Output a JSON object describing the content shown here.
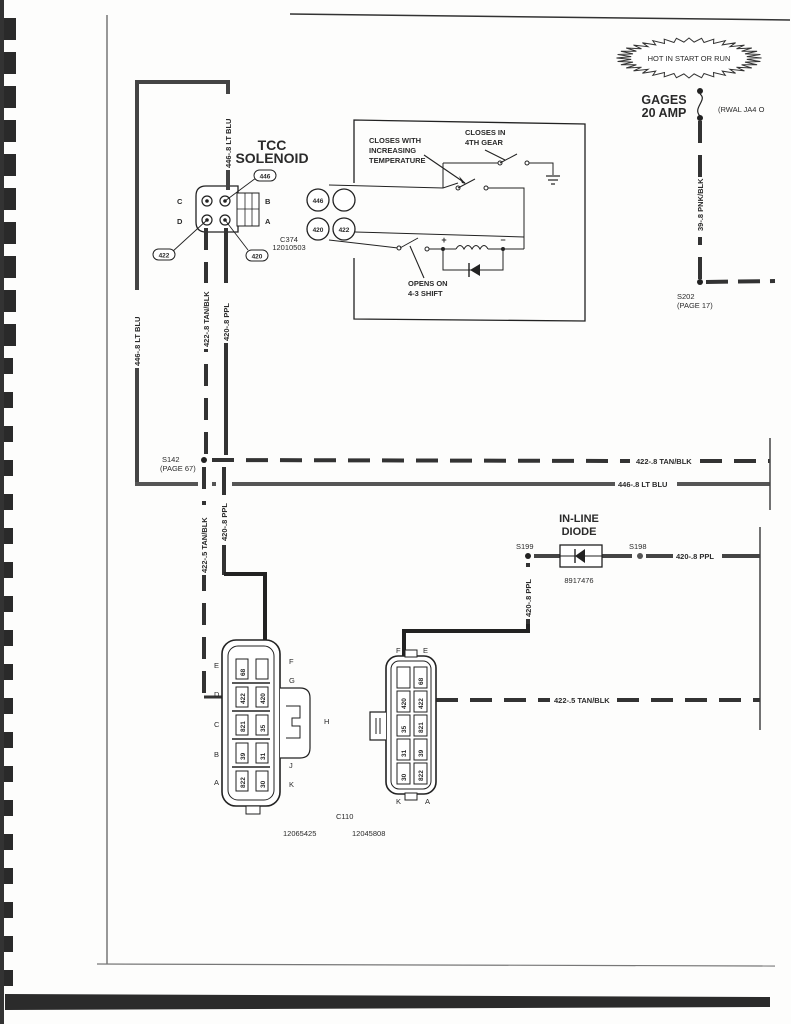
{
  "title_block": {
    "hot_label": "HOT IN START OR RUN",
    "fuse_name": "GAGES",
    "fuse_rating": "20 AMP",
    "fuse_ref": "(RWAL JA4 O"
  },
  "tcc": {
    "title_line1": "TCC",
    "title_line2": "SOLENOID",
    "connector_id": "C374",
    "connector_part": "12010503",
    "pin_labels": {
      "C": "C",
      "B": "B",
      "D": "D",
      "A": "A"
    },
    "callouts": {
      "b": "446",
      "d": "422",
      "a": "420"
    },
    "internal_terminals": [
      "446",
      "420",
      "422"
    ]
  },
  "internal_switches": {
    "temp_switch": "CLOSES WITH INCREASING TEMPERATURE",
    "temp_line1": "CLOSES WITH",
    "temp_line2": "INCREASING",
    "temp_line3": "TEMPERATURE",
    "gear_line1": "CLOSES IN",
    "gear_line2": "4TH GEAR",
    "shift_line1": "OPENS ON",
    "shift_line2": "4-3 SHIFT",
    "plus": "+",
    "minus": "−"
  },
  "wires": {
    "w446_vert_top": "446-.8 LT BLU",
    "w446_vert_left": "446-.8 LT BLU",
    "w422_vert": "422-.8 TAN/BLK",
    "w420_vert": "420-.8 PPL",
    "w422_horiz": "422-.8 TAN/BLK",
    "w446_horiz": "446-.8 LT BLU",
    "w422_5_vert": "422-.5 TAN/BLK",
    "w420_vert2": "420-.8 PPL",
    "w420_s199": "420-.8 PPL",
    "w420_s198": "420-.8 PPL",
    "w422_5_horiz": "422-.5 TAN/BLK",
    "w39": "39-.8 PNK/BLK"
  },
  "splices": {
    "s142": "S142",
    "s142_page": "(PAGE 67)",
    "s202": "S202",
    "s202_page": "(PAGE 17)",
    "s199": "S199",
    "s198": "S198"
  },
  "diode": {
    "title_line1": "IN-LINE",
    "title_line2": "DIODE",
    "part": "8917476"
  },
  "c110": {
    "connector_id": "C110",
    "left_part": "12065425",
    "right_part": "12045808",
    "left_letters_left": [
      "E",
      "D",
      "C",
      "B",
      "A"
    ],
    "left_letters_right": [
      "F",
      "G",
      "H",
      "J",
      "K"
    ],
    "left_cavities": [
      [
        "68",
        ""
      ],
      [
        "422",
        "420"
      ],
      [
        "821",
        "35"
      ],
      [
        "39",
        "31"
      ],
      [
        "822",
        "30"
      ]
    ],
    "right_top_letters": [
      "F",
      "E"
    ],
    "right_bottom_letters": [
      "K",
      "A"
    ],
    "right_cavities": [
      [
        "",
        "68"
      ],
      [
        "420",
        "422"
      ],
      [
        "35",
        "821"
      ],
      [
        "31",
        "39"
      ],
      [
        "30",
        "822"
      ]
    ]
  }
}
